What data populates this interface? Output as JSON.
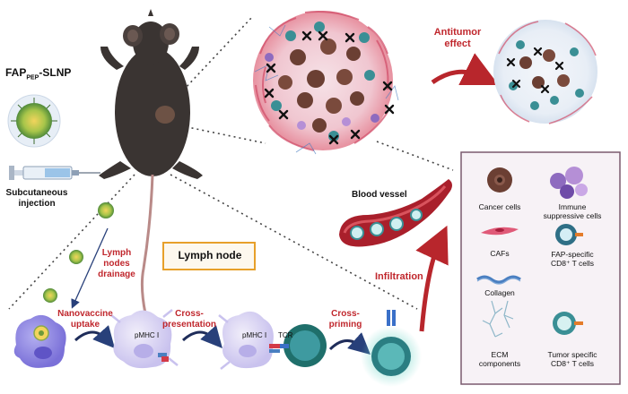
{
  "labels": {
    "fap_main": "FAP",
    "fap_sub": "PEP",
    "fap_suffix": "-SLNP",
    "subcutaneous_line1": "Subcutaneous",
    "subcutaneous_line2": "injection",
    "antitumor_line1": "Antitumor",
    "antitumor_line2": "effect",
    "blood_vessel": "Blood vessel",
    "lymph_drainage_line1": "Lymph",
    "lymph_drainage_line2": "nodes",
    "lymph_drainage_line3": "drainage",
    "lymph_node": "Lymph node",
    "infiltration": "Infiltration",
    "nanovaccine_line1": "Nanovaccine",
    "nanovaccine_line2": "uptake",
    "cross_presentation_line1": "Cross-",
    "cross_presentation_line2": "presentation",
    "cross_priming_line1": "Cross-",
    "cross_priming_line2": "priming",
    "pmhc_1": "pMHC Ⅰ",
    "pmhc_2": "pMHC Ⅰ",
    "tcr": "TCR"
  },
  "legend": {
    "items": [
      {
        "line1": "Cancer cells",
        "line2": "",
        "icon": "cancer-cell-icon",
        "color": "#6b3f33"
      },
      {
        "line1": "Immune",
        "line2": "suppressive cells",
        "icon": "immune-suppressive-cells-icon",
        "color": "#8e6bbf"
      },
      {
        "line1": "CAFs",
        "line2": "",
        "icon": "caf-icon",
        "color": "#e05a78"
      },
      {
        "line1": "FAP-specific",
        "line2": "CD8⁺ T cells",
        "icon": "fap-t-cell-icon",
        "color": "#2f6f86"
      },
      {
        "line1": "Collagen",
        "line2": "",
        "icon": "collagen-icon",
        "color": "#4a7fc1"
      },
      {
        "line1": "ECM",
        "line2": "components",
        "icon": "ecm-icon",
        "color": "#8fb7c9"
      },
      {
        "line1": "Tumor specific",
        "line2": "CD8⁺ T cells",
        "icon": "tumor-t-cell-icon",
        "color": "#3a8f95"
      }
    ]
  },
  "colors": {
    "accent_red": "#c0272d",
    "lymph_node_border": "#e7a02a",
    "legend_border": "#7a5a6e",
    "mouse": "#3a3432",
    "dc": "#8d86e0"
  }
}
